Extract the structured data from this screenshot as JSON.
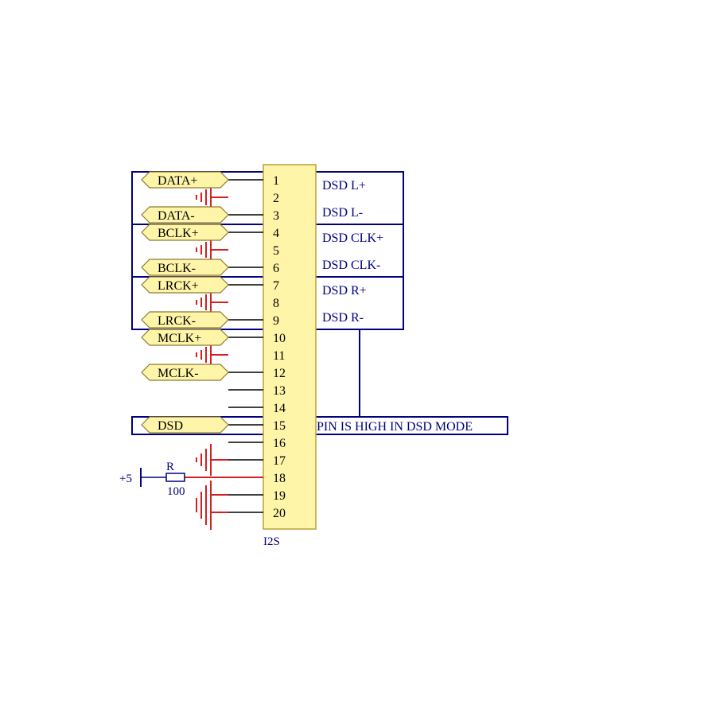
{
  "colors": {
    "connector_fill": "#fff5a8",
    "connector_stroke": "#b8a238",
    "wire": "#000000",
    "ground": "#d42020",
    "annotation": "#000080",
    "port_fill": "#fff5a8",
    "port_stroke": "#8a7a30"
  },
  "connector": {
    "designator": "I2S",
    "pins": [
      "1",
      "2",
      "3",
      "4",
      "5",
      "6",
      "7",
      "8",
      "9",
      "10",
      "11",
      "12",
      "13",
      "14",
      "15",
      "16",
      "17",
      "18",
      "19",
      "20"
    ]
  },
  "ports": [
    "DATA+",
    "DATA-",
    "BCLK+",
    "BCLK-",
    "LRCK+",
    "LRCK-",
    "MCLK+",
    "MCLK-",
    "DSD"
  ],
  "annotations": {
    "dsd_l_plus": "DSD L+",
    "dsd_l_minus": "DSD L-",
    "dsd_clk_plus": "DSD CLK+",
    "dsd_clk_minus": "DSD CLK-",
    "dsd_r_plus": "DSD R+",
    "dsd_r_minus": "DSD R-",
    "dsd_mode_note": "PIN IS HIGH IN DSD MODE"
  },
  "power": {
    "supply_label": "+5",
    "resistor_designator": "R",
    "resistor_value": "100"
  }
}
